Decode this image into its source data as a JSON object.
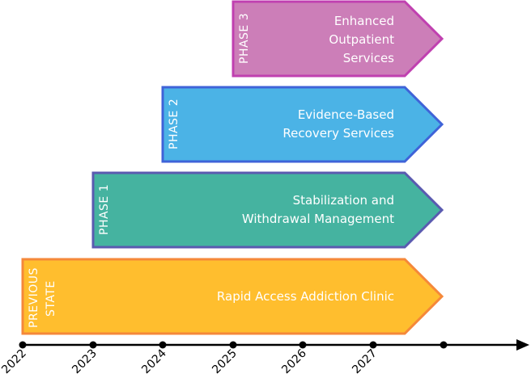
{
  "colors": {
    "phase3_fill": "#CC7EB8",
    "phase3_border": "#C040B0",
    "phase2_fill": "#4BB3E6",
    "phase2_border": "#3F63D8",
    "phase1_fill": "#45B3A0",
    "phase1_border": "#5A5AB0",
    "previous_fill": "#FFBE2E",
    "previous_border": "#F5883A",
    "timeline": "#000000"
  },
  "phases": {
    "phase3": {
      "tag": "PHASE 3",
      "title_lines": [
        "Enhanced",
        "Outpatient",
        "Services"
      ]
    },
    "phase2": {
      "tag": "PHASE 2",
      "title_lines": [
        "Evidence-Based",
        "Recovery Services"
      ]
    },
    "phase1": {
      "tag": "PHASE 1",
      "title_lines": [
        "Stabilization and",
        "Withdrawal Management"
      ]
    },
    "previous": {
      "tag_lines": [
        "PREVIOUS",
        "STATE"
      ],
      "title_lines": [
        "Rapid Access Addiction Clinic"
      ]
    }
  },
  "timeline": {
    "years": [
      "2022",
      "2023",
      "2024",
      "2025",
      "2026",
      "2027"
    ]
  }
}
